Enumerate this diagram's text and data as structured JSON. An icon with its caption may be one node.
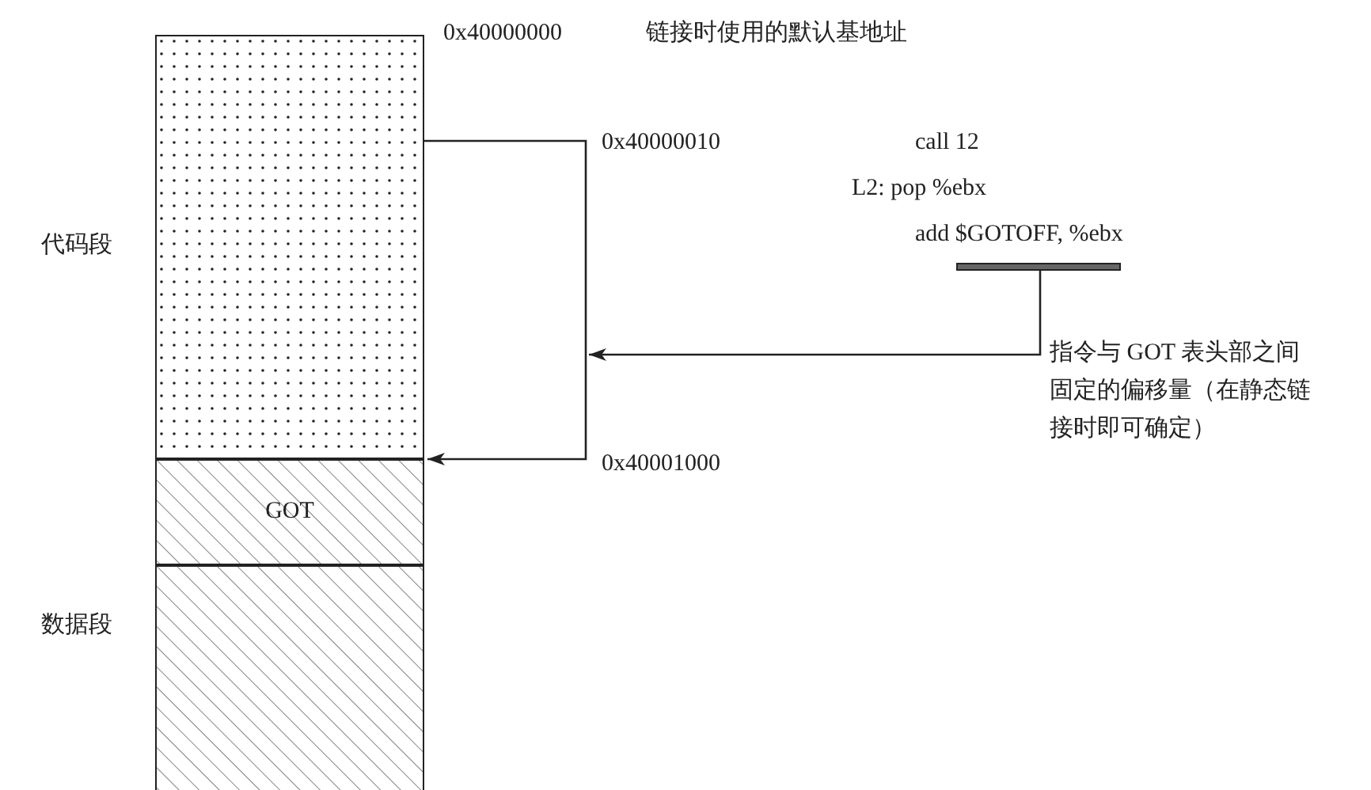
{
  "diagram": {
    "nodes": [
      {
        "text": [],
        "shape": "box",
        "beside": [
          "代码段"
        ]
      },
      {
        "text": [
          "GOT"
        ]
      },
      {
        "text": [],
        "shape": "box",
        "beside": [
          "数据段"
        ]
      },
      {
        "text": [],
        "shape": "bar"
      }
    ],
    "edges": [
      {
        "from": 0,
        "to": 1,
        "arrow": "to"
      },
      {
        "from": 3,
        "to": null,
        "arrow": "to"
      }
    ],
    "labels": [
      "0x40000000",
      "链接时使用的默认基地址",
      "0x40000010",
      "call 12",
      "L2: pop %ebx",
      "add $GOTOFF, %ebx",
      "0x40001000",
      "指令与 GOT 表头部之间固定的偏移量（在静态链接时即可确定）"
    ]
  }
}
